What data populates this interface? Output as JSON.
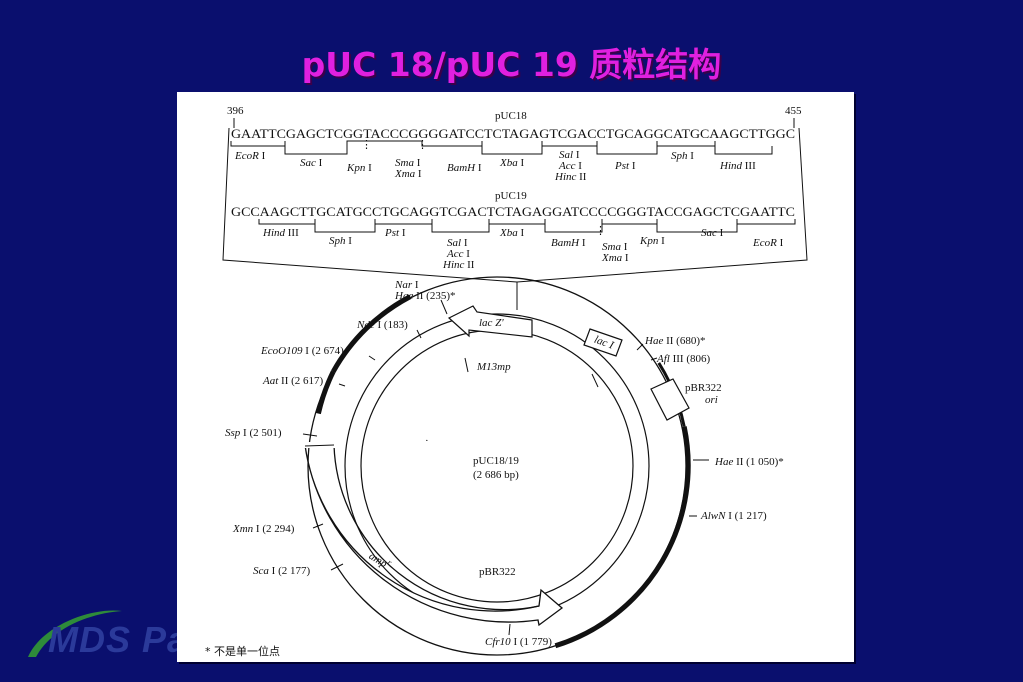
{
  "title": "pUC 18/pUC 19 质粒结构",
  "logo_text": "MDS Pa",
  "colors": {
    "background": "#0a0f6e",
    "title": "#e020e0",
    "panel": "#ffffff"
  },
  "figure": {
    "pos_start": "396",
    "pos_end": "455",
    "puc18": {
      "name": "pUC18",
      "sequence": "GAATTCGAGCTCGGTACCCGGGGATCCTCTAGAGTCGACCTGCAGGCATGCAAGCTTGGC",
      "sites": [
        {
          "name": "EcoR",
          "roman": "I"
        },
        {
          "name": "Sac",
          "roman": "I"
        },
        {
          "name": "Kpn",
          "roman": "I"
        },
        {
          "name": "Sma",
          "roman": "I"
        },
        {
          "name": "Xma",
          "roman": "I"
        },
        {
          "name": "BamH",
          "roman": "I"
        },
        {
          "name": "Xba",
          "roman": "I"
        },
        {
          "name": "Sal",
          "roman": "I"
        },
        {
          "name": "Acc",
          "roman": "I"
        },
        {
          "name": "Hinc",
          "roman": "II"
        },
        {
          "name": "Pst",
          "roman": "I"
        },
        {
          "name": "Sph",
          "roman": "I"
        },
        {
          "name": "Hind",
          "roman": "III"
        }
      ]
    },
    "puc19": {
      "name": "pUC19",
      "sequence": "GCCAAGCTTGCATGCCTGCAGGTCGACTCTAGAGGATCCCCGGGTACCGAGCTCGAATTC",
      "sites": [
        {
          "name": "Hind",
          "roman": "III"
        },
        {
          "name": "Sph",
          "roman": "I"
        },
        {
          "name": "Pst",
          "roman": "I"
        },
        {
          "name": "Sal",
          "roman": "I"
        },
        {
          "name": "Acc",
          "roman": "I"
        },
        {
          "name": "Hinc",
          "roman": "II"
        },
        {
          "name": "Xba",
          "roman": "I"
        },
        {
          "name": "BamH",
          "roman": "I"
        },
        {
          "name": "Sma",
          "roman": "I"
        },
        {
          "name": "Xma",
          "roman": "I"
        },
        {
          "name": "Kpn",
          "roman": "I"
        },
        {
          "name": "Sac",
          "roman": "I"
        },
        {
          "name": "EcoR",
          "roman": "I"
        }
      ]
    },
    "plasmid": {
      "name": "pUC18/19",
      "size": "(2 686 bp)",
      "inner_labels": {
        "m13": "M13mp",
        "pbr": "pBR322"
      },
      "genes": {
        "lacz": "lac Z'",
        "laci": "lac I",
        "amp": "amp",
        "amp_sup": "r",
        "ori_1": "pBR322",
        "ori_2": "ori"
      },
      "markers": [
        {
          "name": "Nar",
          "roman": "I",
          "pos": ""
        },
        {
          "name": "Hae",
          "roman": "II",
          "pos": "(235)*"
        },
        {
          "name": "Nde",
          "roman": "I",
          "pos": "(183)"
        },
        {
          "name": "EcoO109",
          "roman": "I",
          "pos": "(2 674)"
        },
        {
          "name": "Aat",
          "roman": "II",
          "pos": "(2 617)"
        },
        {
          "name": "Ssp",
          "roman": "I",
          "pos": "(2 501)"
        },
        {
          "name": "Xmn",
          "roman": "I",
          "pos": "(2 294)"
        },
        {
          "name": "Sca",
          "roman": "I",
          "pos": "(2 177)"
        },
        {
          "name": "Cfr10",
          "roman": "I",
          "pos": "(1 779)"
        },
        {
          "name": "AlwN",
          "roman": " I",
          "pos": "(1 217)"
        },
        {
          "name": "Hae",
          "roman": "II",
          "pos": "(1 050)*"
        },
        {
          "name": "Afl",
          "roman": "III",
          "pos": "(806)"
        },
        {
          "name": "Hae",
          "roman": "II",
          "pos": "(680)*"
        }
      ]
    },
    "footnote": "* 不是单一位点"
  }
}
